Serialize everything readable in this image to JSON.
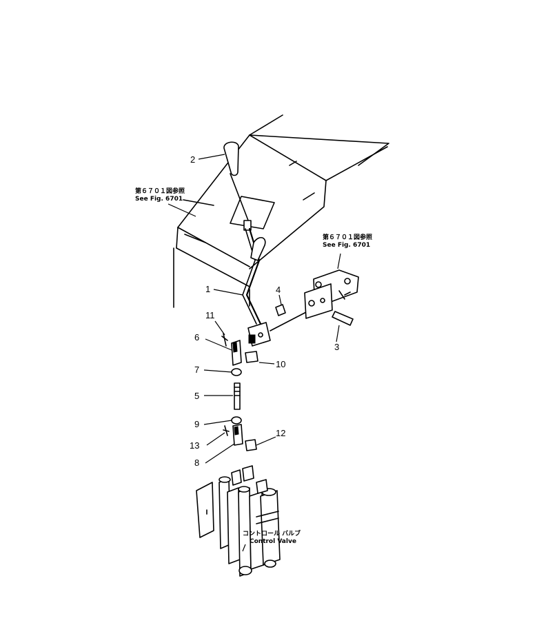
{
  "callouts": {
    "p1": "1",
    "p2": "2",
    "p3": "3",
    "p4": "4",
    "p5": "5",
    "p6": "6",
    "p7": "7",
    "p8": "8",
    "p9": "9",
    "p10": "10",
    "p11": "11",
    "p12": "12",
    "p13": "13"
  },
  "references": {
    "left_jp": "第６７０１図参照",
    "left_en": "See Fig. 6701",
    "right_jp": "第６７０１図参照",
    "right_en": "See Fig. 6701"
  },
  "valve_label": {
    "jp": "コントロール バルブ",
    "en": "Control Valve"
  }
}
